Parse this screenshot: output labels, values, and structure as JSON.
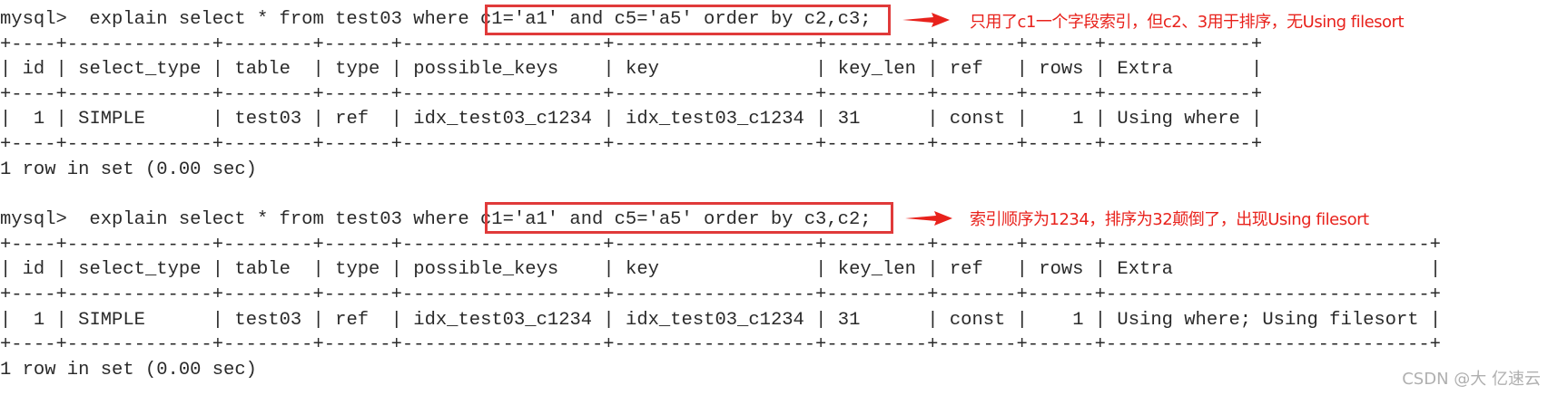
{
  "queries": [
    {
      "prompt": "mysql>  explain select * from test03 where ",
      "highlight": "c1='a1' and c5='a5' order by c2,c3",
      "terminator": ";",
      "annotation": "只用了c1一个字段索引，但c2、3用于排序，无Using filesort",
      "columns": [
        "id",
        "select_type",
        "table",
        "type",
        "possible_keys",
        "key",
        "key_len",
        "ref",
        "rows",
        "Extra"
      ],
      "rows": [
        [
          "1",
          "SIMPLE",
          "test03",
          "ref",
          "idx_test03_c1234",
          "idx_test03_c1234",
          "31",
          "const",
          "1",
          "Using where"
        ]
      ],
      "footer": "1 row in set (0.00 sec)"
    },
    {
      "prompt": "mysql>  explain select * from test03 where ",
      "highlight": "c1='a1' and c5='a5' order by c3,c2",
      "terminator": ";",
      "annotation": "索引顺序为1234，排序为32颠倒了，出现Using filesort",
      "columns": [
        "id",
        "select_type",
        "table",
        "type",
        "possible_keys",
        "key",
        "key_len",
        "ref",
        "rows",
        "Extra"
      ],
      "rows": [
        [
          "1",
          "SIMPLE",
          "test03",
          "ref",
          "idx_test03_c1234",
          "idx_test03_c1234",
          "31",
          "const",
          "1",
          "Using where; Using filesort"
        ]
      ],
      "footer": "1 row in set (0.00 sec)"
    }
  ],
  "watermark": "CSDN @大  亿速云",
  "colors": {
    "highlight": "#e03a3a",
    "annotation": "#e8221c",
    "text": "#2a2a2a"
  }
}
